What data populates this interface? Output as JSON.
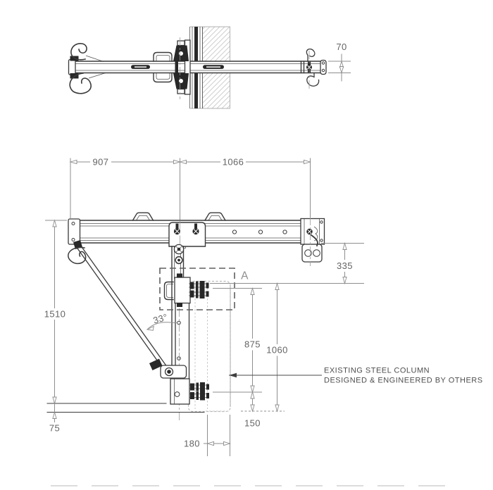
{
  "views": {
    "top": {
      "dim_70": "70"
    },
    "front": {
      "dim_907": "907",
      "dim_1066": "1066",
      "dim_1510": "1510",
      "dim_335": "335",
      "dim_875": "875",
      "dim_1060": "1060",
      "dim_150": "150",
      "dim_180": "180",
      "dim_75": "75",
      "angle_33": "33°",
      "detail_label": "A",
      "note_line1": "EXISTING STEEL COLUMN",
      "note_line2": "DESIGNED & ENGINEERED BY OTHERS"
    }
  },
  "colors": {
    "line_dark": "#3a3a3a",
    "dim_gray": "#8e8e8e",
    "text_gray": "#646464",
    "note_gray": "#4f4f4f",
    "column_gray": "#b9b9b9",
    "hatch_gray": "#cfcfcf",
    "dark_fill": "#282828",
    "bg": "#ffffff"
  }
}
